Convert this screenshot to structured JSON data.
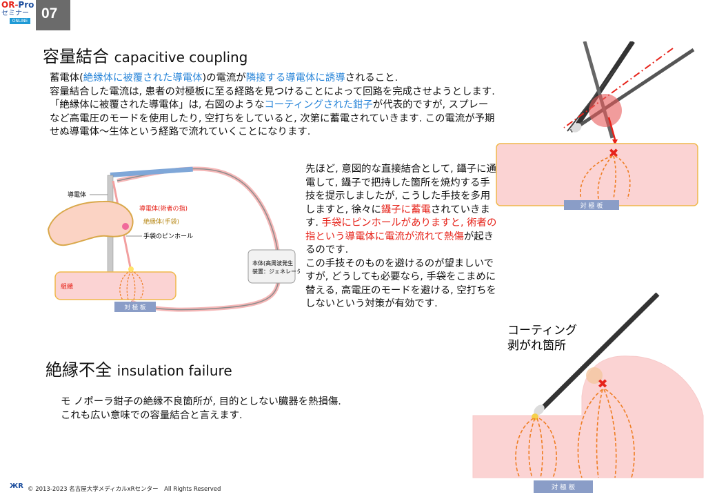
{
  "badge": {
    "logo_line1_a": "OR-",
    "logo_line1_b": "Pro",
    "logo_line2": "セミナー",
    "logo_line3": "ONLINE",
    "slide_number": "07"
  },
  "section1": {
    "title_ja": "容量結合",
    "title_en": "capacitive coupling",
    "p1_a": "蓄電体(",
    "p1_b": "絶縁体に被覆された導電体",
    "p1_c": ")の電流が",
    "p1_d": "隣接する導電体に誘導",
    "p1_e": "されること.",
    "p2": "容量結合した電流は, 患者の対極板に至る経路を見つけることによって回路を完成させようとします.",
    "p3_a": "「絶縁体に被覆された導電体」は, 右図のような",
    "p3_b": "コーティングされた鉗子",
    "p3_c": "が代表的ですが, スプレーなど高電圧のモードを使用したり, 空打ちをしていると, 次第に蓄電されていきます. この電流が予期せぬ導電体～生体という経路で流れていくことになります."
  },
  "middle_text": {
    "a": "先ほど, 意図的な直接結合として, 鑷子に通電して, 鑷子で把持した箇所を焼灼する手技を提示しましたが, こうした手技を多用しますと, 徐々に",
    "b": "鑷子に蓄電",
    "c": "されていきます. ",
    "d": "手袋にピンホールがありますと, 術者の指という導電体に電流が流れて熱傷",
    "e": "が起きるのです.",
    "f": "この手技そのものを避けるのが望ましいですが, どうしても必要なら, 手袋をこまめに替える, 高電圧のモードを避ける, 空打ちをしないという対策が有効です."
  },
  "left_diagram": {
    "label_conductor": "導電体",
    "label_operator_finger": "導電体(術者の指)",
    "label_insulator_glove": "絶縁体(手袋)",
    "label_pinhole": "手袋のピンホール",
    "label_tissue": "組織",
    "label_plate": "対 極 板",
    "generator_line1": "本体(高周波発生",
    "generator_line2": "装置：ジェネレータ)"
  },
  "right_top_diagram": {
    "label_plate": "対 極 板"
  },
  "right_bottom_diagram": {
    "label_coating_line1": "コーティング",
    "label_coating_line2": "剥がれ箇所",
    "label_plate": "対 極 板"
  },
  "section2": {
    "title_ja": "絶縁不全",
    "title_en": "insulation failure",
    "line1": "モ ノポーラ鉗子の絶縁不良箇所が, 目的としない臓器を熱損傷.",
    "line2": "これも広い意味での容量結合と言えます."
  },
  "footer": {
    "logo": "ЖR",
    "copyright": "© 2013-2023  名古屋大学メディカルxRセンター　All Rights Reserved"
  },
  "colors": {
    "blue_text": "#2a86d9",
    "red_text": "#e6231a",
    "tissue_fill": "#fbd3d3",
    "tissue_border": "#f0b84a",
    "plate_fill": "#8a9dc7",
    "current_arrow": "#ef7d22"
  }
}
